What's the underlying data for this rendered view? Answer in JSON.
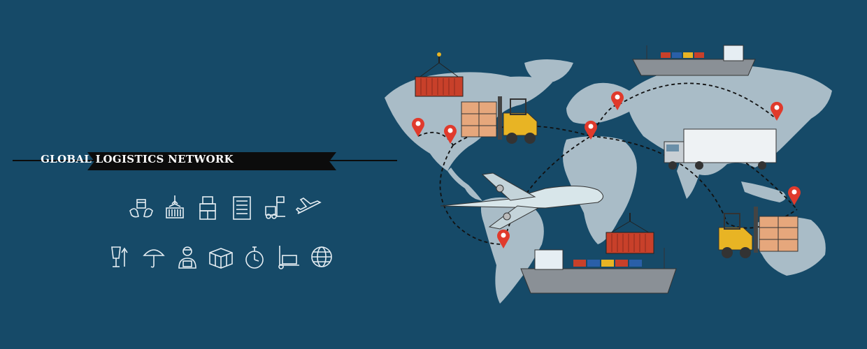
{
  "banner": {
    "title": "GLOBAL LOGISTICS NETWORK"
  },
  "colors": {
    "background": "#164a68",
    "continents": "#a9bcc7",
    "ribbon": "#0c0c0c",
    "container": "#c8402a",
    "forklift": "#e8b424",
    "pin": "#e03a2c",
    "route": "#111111"
  },
  "icon_rows": [
    [
      "hand-box-icon",
      "crane-container-icon",
      "packages-icon",
      "checklist-icon",
      "forklift-icon",
      "airplane-icon"
    ],
    [
      "fragile-glass-icon",
      "umbrella-icon",
      "worker-icon",
      "boxes-icon",
      "stopwatch-icon",
      "hand-truck-icon",
      "globe-icon"
    ]
  ],
  "map": {
    "pins": [
      "pin-west-usa",
      "pin-east-usa",
      "pin-europe-west",
      "pin-europe-north",
      "pin-east-asia",
      "pin-southeast-asia",
      "pin-south-america"
    ],
    "illustrations": [
      "cargo-container-crane-icon",
      "forklift-with-boxes-icon",
      "cargo-ship-icon",
      "cargo-airplane-icon",
      "semi-truck-icon",
      "forklift-with-boxes-icon",
      "cargo-container-crane-icon",
      "cargo-ship-icon"
    ]
  }
}
